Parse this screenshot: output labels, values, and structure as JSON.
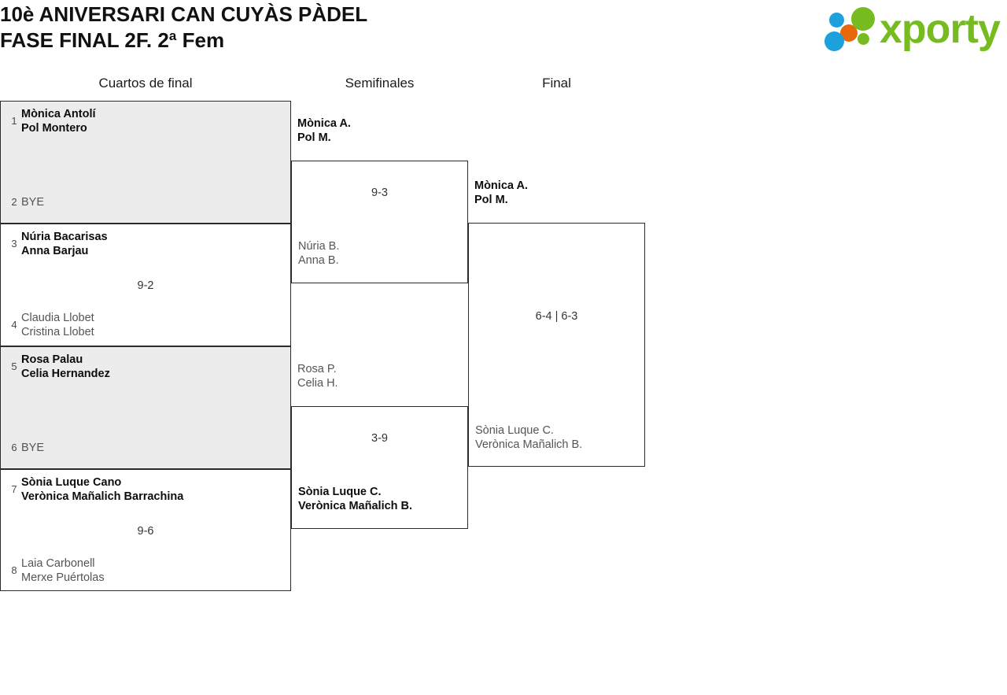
{
  "header": {
    "title": "10è ANIVERSARI CAN CUYÀS PÀDEL\nFASE FINAL 2F. 2ª Fem",
    "logo": {
      "wordmark": "xporty",
      "colors": {
        "green": "#76bc21",
        "orange": "#e8690b",
        "blue": "#1ca1dd"
      }
    }
  },
  "rounds": [
    {
      "label": "Cuartos de final"
    },
    {
      "label": "Semifinales"
    },
    {
      "label": "Final"
    }
  ],
  "bracket": {
    "quarterfinals": [
      {
        "score": "",
        "shaded": true,
        "top": {
          "seed": "1",
          "players": "Mònica Antolí\nPol Montero",
          "winner": true,
          "single": false
        },
        "bottom": {
          "seed": "2",
          "players": "BYE",
          "winner": false,
          "single": true
        }
      },
      {
        "score": "9-2",
        "shaded": false,
        "top": {
          "seed": "3",
          "players": "Núria Bacarisas\nAnna Barjau",
          "winner": true,
          "single": false
        },
        "bottom": {
          "seed": "4",
          "players": "Claudia Llobet\nCristina Llobet",
          "winner": false,
          "single": false
        }
      },
      {
        "score": "",
        "shaded": true,
        "top": {
          "seed": "5",
          "players": "Rosa Palau\nCelia Hernandez",
          "winner": true,
          "single": false
        },
        "bottom": {
          "seed": "6",
          "players": "BYE",
          "winner": false,
          "single": true
        }
      },
      {
        "score": "9-6",
        "shaded": false,
        "top": {
          "seed": "7",
          "players": "Sònia Luque Cano\nVerònica Mañalich Barrachina",
          "winner": true,
          "single": false
        },
        "bottom": {
          "seed": "8",
          "players": "Laia Carbonell\nMerxe Puértolas",
          "winner": false,
          "single": false
        }
      }
    ],
    "semifinals": [
      {
        "score": "9-3",
        "top": {
          "players": "Mònica A.\nPol M.",
          "winner": true
        },
        "bottom": {
          "players": "Núria B.\nAnna B.",
          "winner": false
        }
      },
      {
        "score": "3-9",
        "top": {
          "players": "Rosa P.\nCelia H.",
          "winner": false
        },
        "bottom": {
          "players": "Sònia Luque C.\nVerònica Mañalich B.",
          "winner": true
        }
      }
    ],
    "final": [
      {
        "score": "6-4 | 6-3",
        "top": {
          "players": "Mònica A.\nPol M.",
          "winner": true
        },
        "bottom": {
          "players": "Sònia Luque C.\nVerònica Mañalich B.",
          "winner": false
        }
      }
    ]
  }
}
